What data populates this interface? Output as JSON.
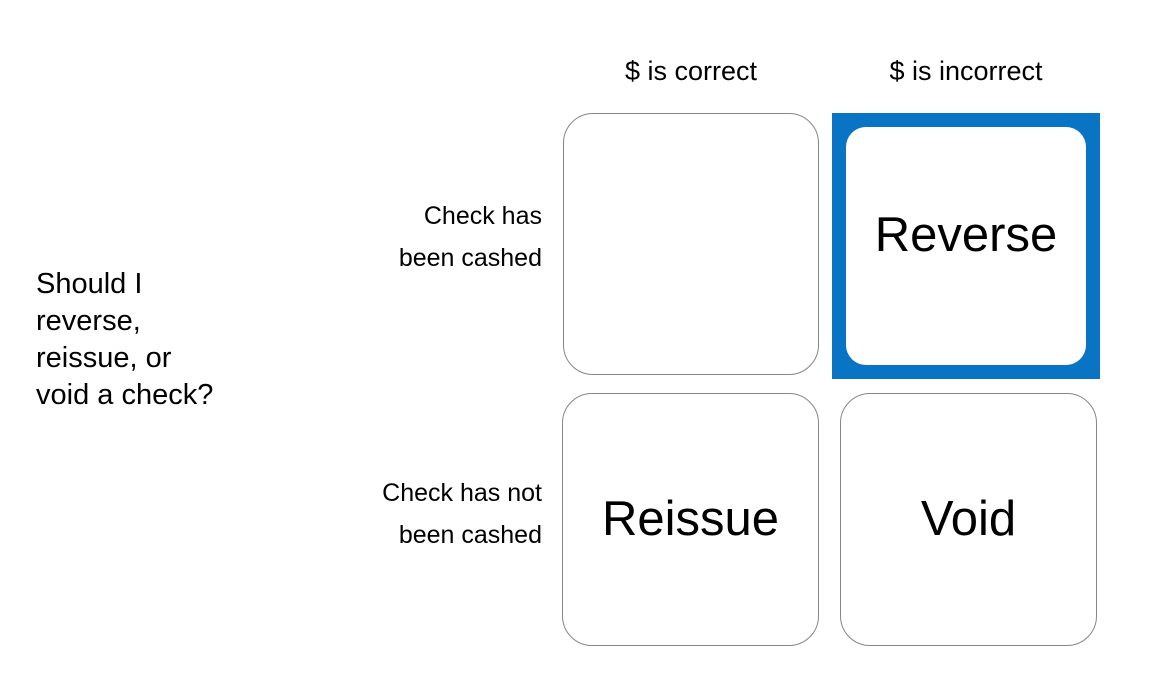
{
  "prompt": {
    "text": "Should I\nreverse,\nreissue, or\nvoid a check?"
  },
  "matrix": {
    "column_headers": [
      {
        "label": "$ is correct"
      },
      {
        "label": "$ is incorrect"
      }
    ],
    "row_headers": [
      {
        "label": "Check has\nbeen cashed"
      },
      {
        "label": "Check has not\nbeen cashed"
      }
    ],
    "cells": [
      {
        "label": "",
        "row": 0,
        "col": 0,
        "highlighted": false
      },
      {
        "label": "Reverse",
        "row": 0,
        "col": 1,
        "highlighted": true
      },
      {
        "label": "Reissue",
        "row": 1,
        "col": 0,
        "highlighted": false
      },
      {
        "label": "Void",
        "row": 1,
        "col": 1,
        "highlighted": false
      }
    ]
  },
  "colors": {
    "highlight": "#0a74c4",
    "outline": "#868686",
    "background": "#ffffff",
    "text": "#000000"
  }
}
